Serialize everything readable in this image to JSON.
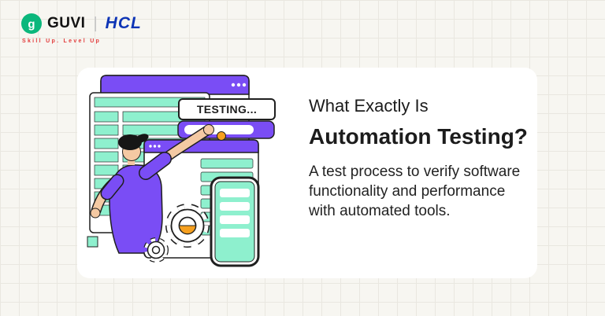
{
  "header": {
    "guvi_label": "GUVI",
    "logo_glyph": "g",
    "divider": "|",
    "hcl_label": "HCL",
    "tagline": "Skill Up. Level Up"
  },
  "content": {
    "heading_line1": "What Exactly Is",
    "heading_line2": "Automation Testing?",
    "paragraph": "A test process to verify software functionality and performance with automated tools."
  },
  "illustration": {
    "testing_label": "TESTING..."
  },
  "colors": {
    "purple": "#7A4DF5",
    "mint": "#8EF0CE",
    "orange": "#F6A01F",
    "guvi_green": "#0BB77C",
    "hcl_blue": "#0E35B6",
    "tagline_red": "#E23B3B"
  }
}
